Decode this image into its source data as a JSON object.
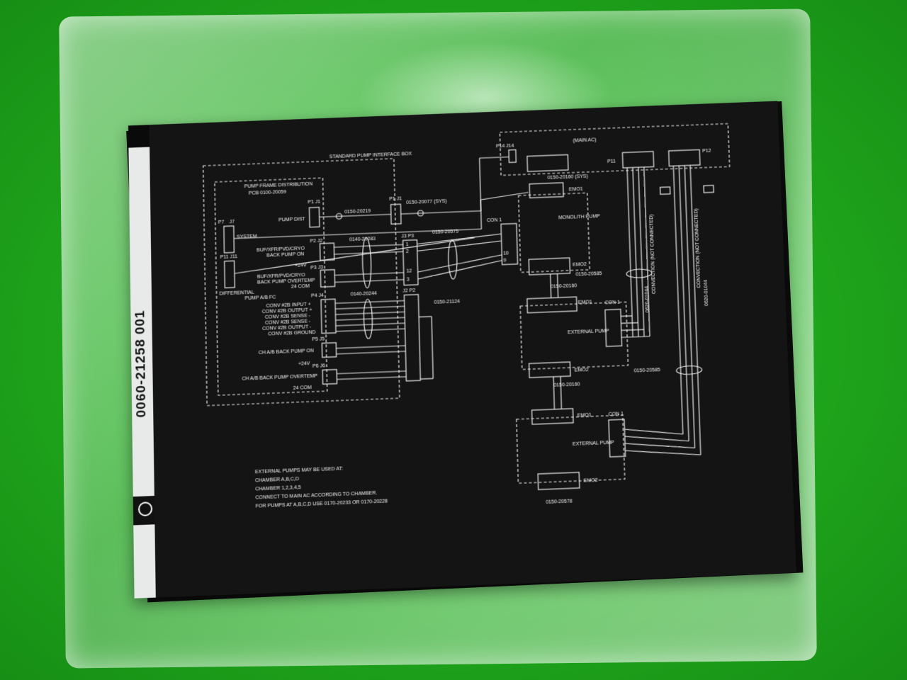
{
  "part_number": "0060-21258 001",
  "title_box": "STANDARD PUMP INTERFACE BOX",
  "pcb_title": "PUMP FRAME DISTRIBUTION",
  "pcb_number": "PCB 0100-20059",
  "labels": {
    "p7": "P7",
    "j7": "J7",
    "system": "SYSTEM",
    "p11j11": "P11   J11",
    "differential": "DIFFERENTIAL",
    "p1j1_a": "P1 J1",
    "pump_dist": "PUMP DIST",
    "c0150_20219": "0150-20219",
    "p1j1_b": "P1   J1",
    "c0150_20077": "0150-20077 (SYS)",
    "p14j14": "P14  J14",
    "main_ac": "(MAIN AC)",
    "p11": "P11",
    "p12": "P12",
    "c0150_20160_sys": "0150-20160 (SYS)",
    "emo1_top": "EMO1",
    "con1_top": "CON 1",
    "monolith_pump": "MONOLITH PUMP",
    "emo2_top": "EMO2",
    "c0150_20585_a": "0150-20585",
    "c0150_20160_a": "0150-20160",
    "p2j2": "P2  J2",
    "buf_on_1": "BUF/XFR/PVD/CRYO",
    "buf_on_2": "BACK PUMP ON",
    "plus24v_a": "+24V",
    "c0140_20283": "0140-20283",
    "j3p3": "J3   P3",
    "c0150_20575": "0150-20575",
    "p3j3": "P3  J3",
    "buf_ot_1": "BUF/XFR/PVD/CRYO",
    "buf_ot_2": "BACK PUMP OVERTEMP",
    "com24_a": "24 COM",
    "pump_ab_fc": "PUMP A/B FC",
    "p4j4": "P4  J4",
    "c0140_20244": "0140-20244",
    "j2p2": "J2  P2",
    "conv_1": "CONV #2B INPUT +",
    "conv_2": "CONV #2B OUTPUT +",
    "conv_3": "CONV #2B SENSE -",
    "conv_4": "CONV #2B SENSE -",
    "conv_5": "CONV #2B OUTPUT -",
    "conv_6": "CONV #2B GROUND",
    "c0150_21124": "0150-21124",
    "p5j5": "P5  J5",
    "chab_on": "CH A/B BACK PUMP ON",
    "plus24v_b": "+24V",
    "p6j6": "P6  J6",
    "chab_ot": "CH A/B BACK PUMP OVERTEMP",
    "com24_b": "24 COM",
    "emo1_mid": "EMO1",
    "con1_mid": "CON 1",
    "external_pump_1": "EXTERNAL PUMP",
    "emo2_mid": "EMO2",
    "c0150_20585_b": "0150-20585",
    "c0150_20160_b": "0150-20160",
    "emo1_low": "EMO1",
    "con1_low": "CON 1",
    "external_pump_2": "EXTERNAL PUMP",
    "emo2_low": "EMO2",
    "c0150_20578": "0150-20578",
    "conv_nc_1": "CONVECTION (NOT CONNECTED)",
    "c0620_01044_a": "0620-01044",
    "conv_nc_2": "CONVECTION (NOT CONNECTED)",
    "c0620_01044_b": "0620-01044",
    "n10": "10",
    "n9": "9",
    "n12": "12",
    "n3": "3",
    "n1": "1",
    "n2": "2"
  },
  "notes": [
    "EXTERNAL PUMPS MAY BE USED AT:",
    "CHAMBER A,B,C,D",
    "CHAMBER 1,2,3,4,5",
    "CONNECT TO MAIN AC ACCORDING TO CHAMBER.",
    "FOR PUMPS AT A,B,C,D USE 0170-20233 OR 0170-20228"
  ]
}
